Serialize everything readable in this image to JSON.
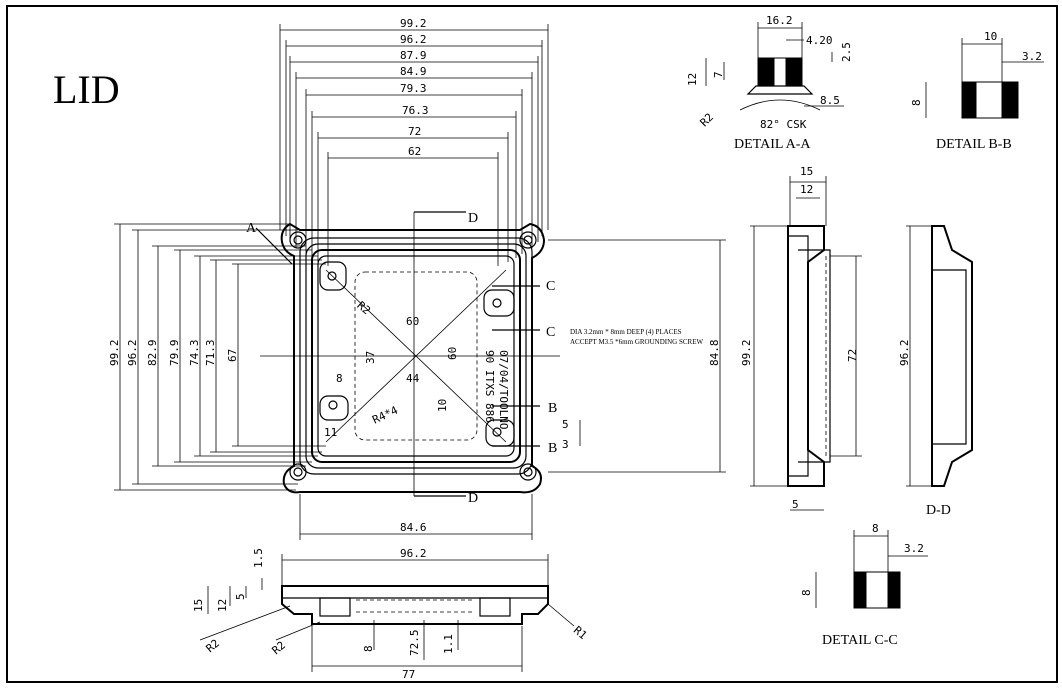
{
  "title": "LID",
  "labels": {
    "detail_aa": "DETAIL A-A",
    "detail_bb": "DETAIL B-B",
    "detail_cc": "DETAIL C-C",
    "section_dd": "D-D",
    "mark_a": "A",
    "mark_b": "B",
    "mark_c": "C",
    "mark_d": "D"
  },
  "notes": {
    "hole_note_1": "DIA 3.2mm * 8mm DEEP (4) PLACES",
    "hole_note_2": "ACCEPT M3.5 *6mm GROUNDING SCREW",
    "csk": "82° CSK",
    "vertical_text_1": "90 ITXS 886",
    "vertical_text_2": "07/04/TOOLNO"
  },
  "dims_top": [
    "99.2",
    "96.2",
    "87.9",
    "84.9",
    "79.3",
    "76.3",
    "72",
    "62"
  ],
  "dims_left": [
    "99.2",
    "96.2",
    "82.9",
    "79.9",
    "74.3",
    "71.3",
    "67"
  ],
  "dims_inner": {
    "d60a": "60",
    "d60b": "60",
    "d37": "37",
    "d44": "44",
    "d8": "8",
    "d11": "11",
    "d10": "10",
    "r2": "R2",
    "r4": "R4*4"
  },
  "dims_right_plan": {
    "d848": "84.8",
    "d5": "5",
    "d3": "3"
  },
  "dims_bottom_plan": {
    "d846": "84.6"
  },
  "side_section": {
    "d992": "99.2",
    "d15": "15",
    "d12": "12",
    "d72": "72",
    "d5": "5"
  },
  "dd_section": {
    "d962": "96.2"
  },
  "detail_aa_dims": {
    "d162": "16.2",
    "d420": "4.20",
    "d25": "2.5",
    "d12": "12",
    "d7": "7",
    "d85": "8.5",
    "r2": "R2"
  },
  "detail_bb_dims": {
    "d10": "10",
    "d32": "3.2",
    "d8": "8"
  },
  "detail_cc_dims": {
    "d8w": "8",
    "d32": "3.2",
    "d8h": "8"
  },
  "front_view": {
    "d962": "96.2",
    "d15": "1.5",
    "d15h": "15",
    "d12": "12",
    "d5": "5",
    "d8": "8",
    "d725": "72.5",
    "d11": "1.1",
    "d77": "77",
    "r2a": "R2",
    "r2b": "R2",
    "r1": "R1"
  }
}
